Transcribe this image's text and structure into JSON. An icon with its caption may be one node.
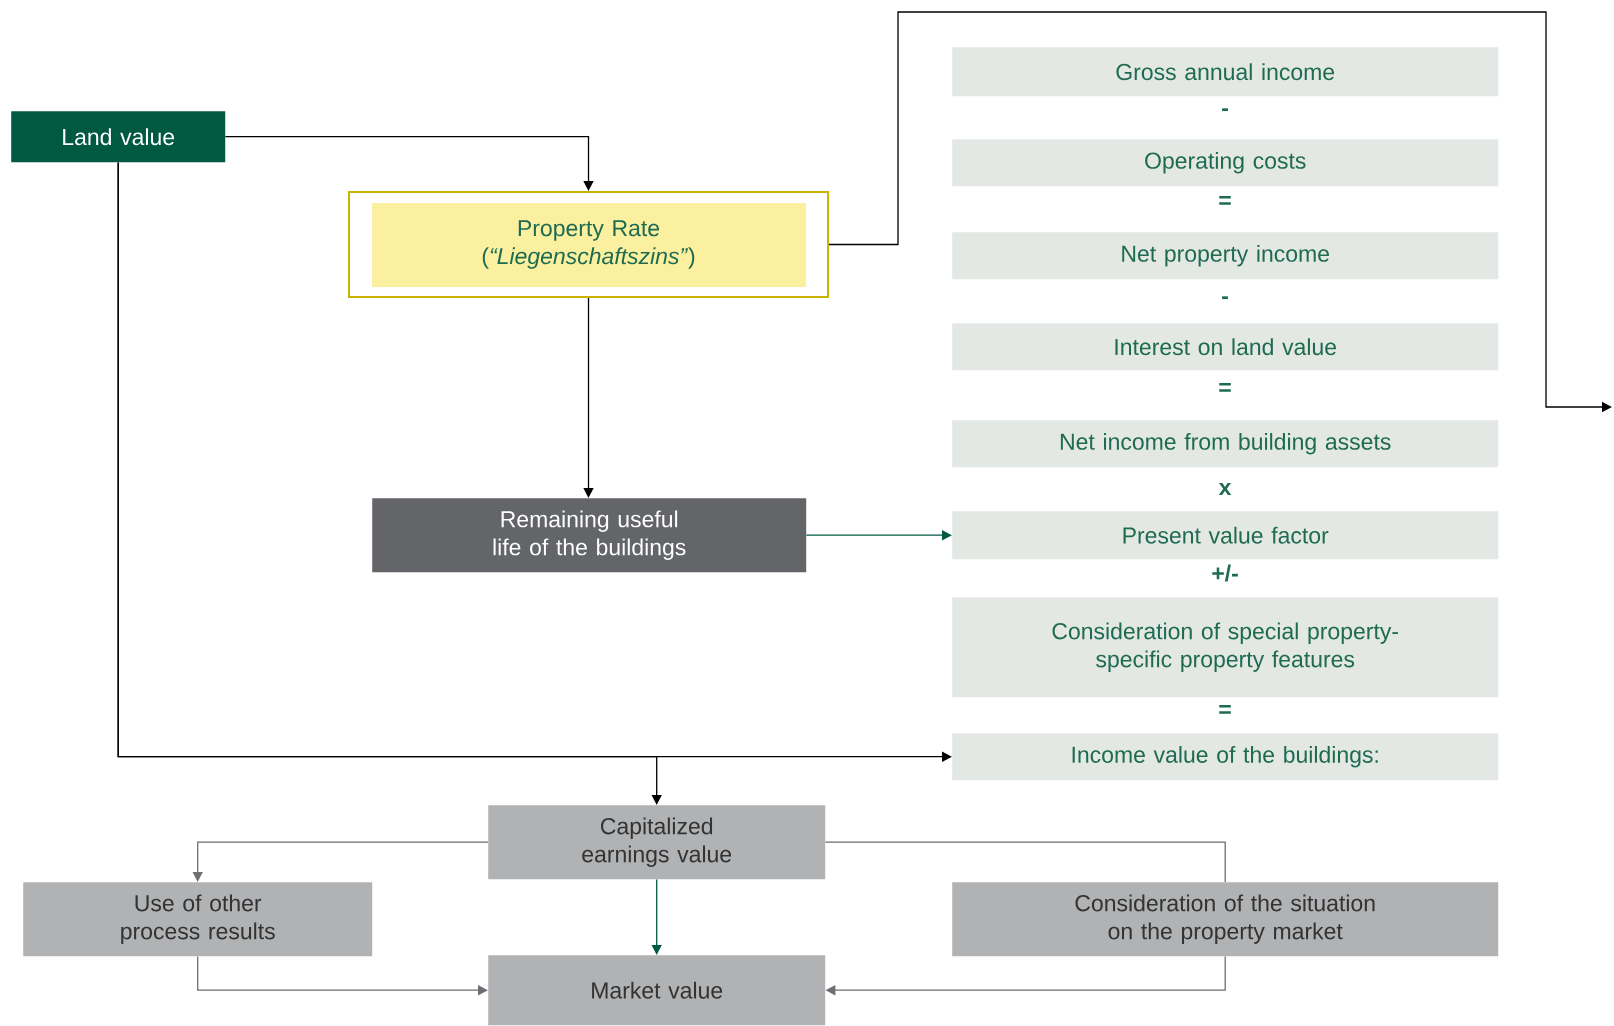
{
  "diagram": {
    "nodes": [
      {
        "text": [
          "Land value"
        ]
      },
      {
        "text": [
          "Property Rate (*“Liegenschaftszins”*)"
        ]
      },
      {
        "text": [
          "Remaining useful life of the buildings"
        ]
      },
      {
        "text": [
          "Gross annual income"
        ]
      },
      {
        "text": [
          "Operating costs"
        ]
      },
      {
        "text": [
          "Net property income"
        ]
      },
      {
        "text": [
          "Interest on land value"
        ]
      },
      {
        "text": [
          "Net income from building assets"
        ]
      },
      {
        "text": [
          "Present value factor"
        ]
      },
      {
        "text": [
          "Consideration of special property-specific property features"
        ]
      },
      {
        "text": [
          "Income value of the buildings:"
        ]
      },
      {
        "text": [
          "Capitalized earnings value"
        ]
      },
      {
        "text": [
          "Use of other process results"
        ]
      },
      {
        "text": [
          "Consideration of the situation on the property market"
        ]
      },
      {
        "text": [
          "Market value"
        ]
      }
    ],
    "edges": [
      {
        "from": 0,
        "to": 1,
        "arrow": "to"
      },
      {
        "from": 1,
        "to": null,
        "arrow": "to"
      },
      {
        "from": 1,
        "to": 2,
        "arrow": "to"
      },
      {
        "from": 2,
        "to": 8,
        "arrow": "to",
        "color": "#005a43"
      },
      {
        "from": 0,
        "to": 10,
        "arrow": "to"
      },
      {
        "from": 0,
        "to": 11,
        "arrow": "to"
      },
      {
        "from": 11,
        "to": 12,
        "arrow": "to",
        "color": "#6d6e71"
      },
      {
        "from": 11,
        "to": 13,
        "arrow": "none",
        "color": "#6d6e71"
      },
      {
        "from": 11,
        "to": 14,
        "arrow": "to",
        "color": "#005a43"
      },
      {
        "from": 12,
        "to": 14,
        "arrow": "to",
        "color": "#6d6e71"
      },
      {
        "from": 13,
        "to": 14,
        "arrow": "to",
        "color": "#6d6e71"
      }
    ],
    "labels": [
      "-",
      "=",
      "-",
      "=",
      "x",
      "+/-",
      "="
    ]
  }
}
